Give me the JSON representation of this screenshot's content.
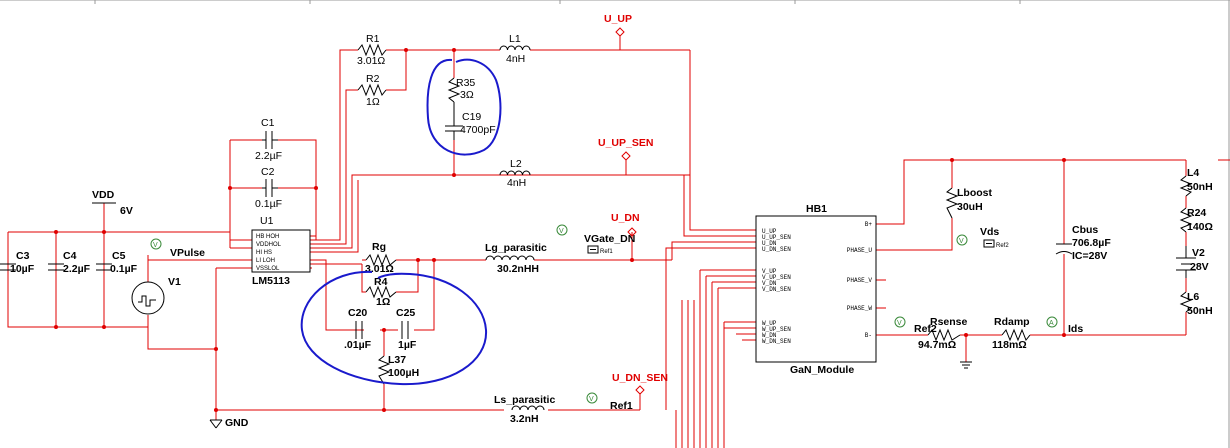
{
  "net_labels": {
    "u_up": "U_UP",
    "u_up_sen": "U_UP_SEN",
    "u_dn": "U_DN",
    "u_dn_sen": "U_DN_SEN"
  },
  "components": {
    "r1": {
      "name": "R1",
      "value": "3.01Ω"
    },
    "r2": {
      "name": "R2",
      "value": "1Ω"
    },
    "l1": {
      "name": "L1",
      "value": "4nH"
    },
    "r35": {
      "name": "R35",
      "value": "3Ω"
    },
    "c19": {
      "name": "C19",
      "value": "4700pF"
    },
    "l2": {
      "name": "L2",
      "value": "4nH"
    },
    "c1": {
      "name": "C1",
      "value": "2.2µF"
    },
    "c2": {
      "name": "C2",
      "value": "0.1µF"
    },
    "u1": {
      "name": "U1",
      "part": "LM5113",
      "pins_left": [
        "HB HOH",
        "VDDHOL",
        "HI  HS",
        "LI  LOH",
        "VSSLOL"
      ]
    },
    "vdd": {
      "name": "VDD",
      "value": "6V"
    },
    "c3": {
      "name": "C3",
      "value": "10µF"
    },
    "c4": {
      "name": "C4",
      "value": "2.2µF"
    },
    "c5": {
      "name": "C5",
      "value": "0.1µF"
    },
    "v1": {
      "name": "V1",
      "net": "VPulse"
    },
    "rg": {
      "name": "Rg",
      "value": "3.01Ω"
    },
    "r4": {
      "name": "R4",
      "value": "1Ω"
    },
    "c20": {
      "name": "C20",
      "value": ".01µF"
    },
    "c25": {
      "name": "C25",
      "value": "1µF"
    },
    "l37": {
      "name": "L37",
      "value": "100µH"
    },
    "lg": {
      "name": "Lg_parasitic",
      "value": "30.2nHH"
    },
    "vgate": {
      "name": "VGate_DN",
      "ref": "Ref1"
    },
    "ls": {
      "name": "Ls_parasitic",
      "value": "3.2nH"
    },
    "ref1b": {
      "ref": "Ref1"
    },
    "gnd": {
      "name": "GND"
    },
    "hb1": {
      "name": "HB1",
      "part": "GaN_Module"
    },
    "lboost": {
      "name": "Lboost",
      "value": "30uH"
    },
    "vds": {
      "name": "Vds",
      "ref": "Ref2"
    },
    "rsense": {
      "name": "Rsense",
      "ref": "Ref2",
      "value": "94.7mΩ"
    },
    "rdamp": {
      "name": "Rdamp",
      "value": "118mΩ"
    },
    "ids": {
      "name": "Ids"
    },
    "cbus": {
      "name": "Cbus",
      "value": "706.8µF",
      "ic": "IC=28V"
    },
    "l4": {
      "name": "L4",
      "value": "50nH"
    },
    "r24": {
      "name": "R24",
      "value": "140Ω"
    },
    "v2": {
      "name": "V2",
      "value": "28V"
    },
    "l6": {
      "name": "L6",
      "value": "50nH"
    }
  },
  "hb1_pins_left": [
    "U_UP",
    "U_UP_SEN",
    "U_DN",
    "U_DN_SEN",
    "V_UP",
    "V_UP_SEN",
    "V_DN",
    "V_DN_SEN",
    "W_UP",
    "W_UP_SEN",
    "W_DN",
    "W_DN_SEN"
  ],
  "hb1_pins_right": [
    "B+",
    "PHASE_U",
    "PHASE_V",
    "PHASE_W",
    "B-"
  ],
  "probe_glyphs": {
    "voltage": "V",
    "current": "A"
  },
  "colors": {
    "wire": "#e00000",
    "component": "#000000",
    "annotation": "#1a1acc",
    "background": "#ffffff"
  }
}
